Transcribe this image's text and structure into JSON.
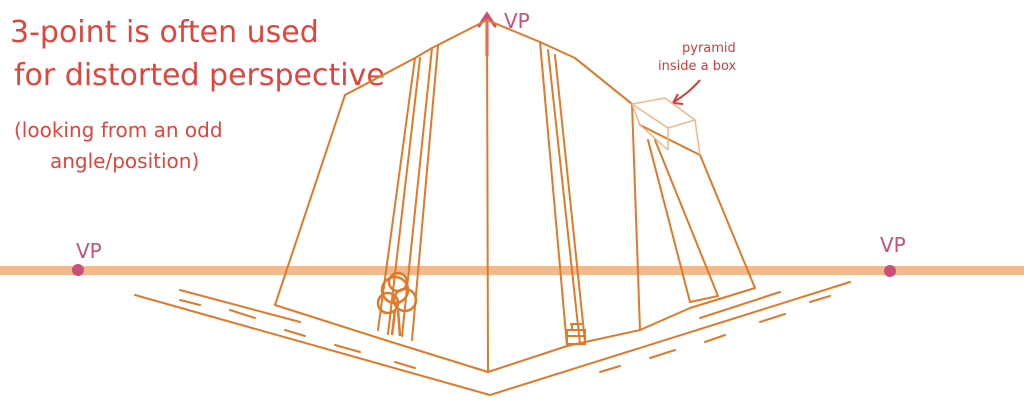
{
  "notes": {
    "line1": "3-point is often used",
    "line2": "for distorted perspective",
    "line3": "(looking from an odd",
    "line4": "angle/position)"
  },
  "labels": {
    "vp_top": "VP",
    "vp_left": "VP",
    "vp_right": "VP"
  },
  "annotation": {
    "line1": "pyramid",
    "line2": "inside a box"
  },
  "colors": {
    "horizon": "#f1b98c",
    "building": "#e07a2a",
    "vp_point": "#c8507a",
    "note_text": "#e0453d",
    "annotation": "#d83a3a",
    "tree": "#e07a2a"
  }
}
